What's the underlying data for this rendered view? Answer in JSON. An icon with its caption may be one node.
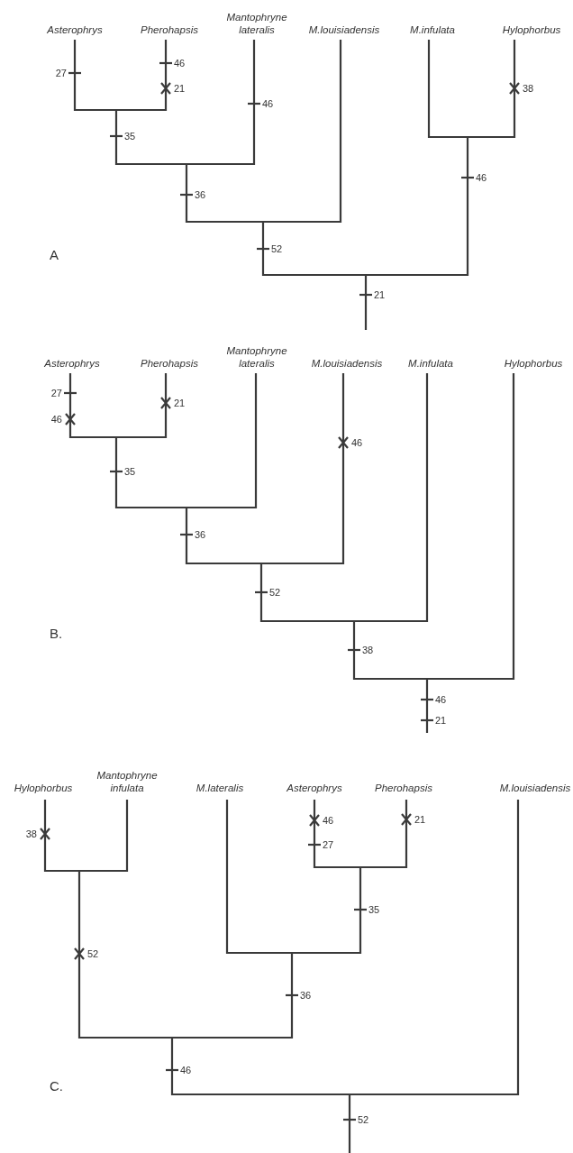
{
  "diagram": {
    "labels": [
      "Asterophrys",
      "Pherohapsis",
      "Mantophryne lateralis",
      "M.louisiadensis",
      "M.infulata",
      "Hylophorbus",
      "27",
      "46",
      "21",
      "46",
      "38",
      "35",
      "46",
      "36",
      "52",
      "21",
      "A",
      "Asterophrys",
      "Pherohapsis",
      "Mantophryne lateralis",
      "M.louisiadensis",
      "M.infulata",
      "Hylophorbus",
      "27",
      "46",
      "21",
      "46",
      "35",
      "36",
      "52",
      "38",
      "46",
      "21",
      "B.",
      "Hylophorbus",
      "Mantophryne infulata",
      "M.lateralis",
      "Asterophrys",
      "Pherohapsis",
      "M.louisiadensis",
      "38",
      "46",
      "21",
      "27",
      "35",
      "52",
      "36",
      "46",
      "52",
      "C."
    ]
  }
}
